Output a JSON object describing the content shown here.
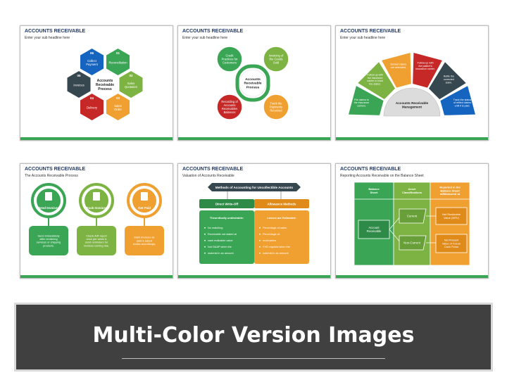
{
  "slides": [
    {
      "title": "ACCOUNTS RECEIVABLE",
      "subtitle": "Enter your sub headline here",
      "center": [
        "Accounts",
        "Receivable",
        "Process"
      ],
      "hex": [
        {
          "num": "01",
          "label": [
            "Reconciliation"
          ],
          "color": "#3aa655"
        },
        {
          "num": "02",
          "label": [
            "Sales",
            "Quotation"
          ],
          "color": "#7cb342"
        },
        {
          "num": "03",
          "label": [
            "Sales",
            "Order"
          ],
          "color": "#f0a030"
        },
        {
          "num": "04",
          "label": [
            "Delivery"
          ],
          "color": "#c62828"
        },
        {
          "num": "05",
          "label": [
            "Invoices"
          ],
          "color": "#37474f"
        },
        {
          "num": "06",
          "label": [
            "Collect",
            "Payment"
          ],
          "color": "#1565c0"
        }
      ]
    },
    {
      "title": "ACCOUNTS RECEIVABLE",
      "subtitle": "Enter your sub headline here",
      "center": [
        "Accounts",
        "Receivable",
        "Process"
      ],
      "nodes": [
        {
          "label": [
            "Credit",
            "Practices for",
            "Customers"
          ],
          "color": "#3aa655"
        },
        {
          "label": [
            "Invoicing of",
            "the Goods",
            "Sold"
          ],
          "color": "#7cb342"
        },
        {
          "label": [
            "Track the",
            "Payments",
            "Received"
          ],
          "color": "#f0a030"
        },
        {
          "label": [
            "Recording of",
            "Accounts",
            "Receivables",
            "Balances"
          ],
          "color": "#c62828"
        }
      ]
    },
    {
      "title": "ACCOUNTS RECEIVABLE",
      "subtitle": "Enter your sub headline here",
      "center": [
        "Accounts Receivable",
        "Management"
      ],
      "segs": [
        {
          "label": [
            "File claims to",
            "the insurance",
            "carriers."
          ],
          "color": "#3aa655"
        },
        {
          "label": [
            "Follow up with",
            "the insurance",
            "carrier to track",
            "the status."
          ],
          "color": "#7cb342"
        },
        {
          "label": [
            "Denied claims",
            "are amended."
          ],
          "color": "#f0a030"
        },
        {
          "label": [
            "Follow-up with",
            "the patient's",
            "insurance carrier."
          ],
          "color": "#c62828"
        },
        {
          "label": [
            "Refile the",
            "corrected",
            "claim."
          ],
          "color": "#37474f"
        },
        {
          "label": [
            "Track the status",
            "of refiled claims",
            "until it is paid."
          ],
          "color": "#1565c0"
        }
      ]
    },
    {
      "title": "ACCOUNTS RECEIVABLE",
      "subtitle": "The Accounts Receivable Process",
      "cols": [
        {
          "head": "Send Invoices",
          "color": "#3aa655",
          "text": [
            "Send immediately",
            "after rendering",
            "services or shipping",
            "products."
          ]
        },
        {
          "head": "Track Invoices",
          "color": "#7cb342",
          "text": [
            "Check A/R report",
            "once per week &",
            "send reminders for",
            "invoices coming due."
          ]
        },
        {
          "head": "Get Paid",
          "color": "#f0a030",
          "text": [
            "Mark invoices as",
            "paid & adjust",
            "books accordingly."
          ]
        }
      ]
    },
    {
      "title": "ACCOUNTS RECEIVABLE",
      "subtitle": "Valuation of Accounts Receivable",
      "banner": "Methods of Accounting for Uncollectible Accounts",
      "left": {
        "head": "Direct Write-Off",
        "sub": "Theoretically undesirable:",
        "items": [
          "No matching",
          "Receivable not stated at",
          "cash realizable value",
          "Not GAAP when the",
          "material in an amount"
        ]
      },
      "right": {
        "head": "Allowance Methods",
        "sub": "Losses are Estimated:",
        "items": [
          "Percentage-of-sales",
          "Percentage-of-",
          "receivables",
          "FXS required when the",
          "material in an amount"
        ]
      }
    },
    {
      "title": "ACCOUNTS RECEIVABLE",
      "subtitle": "Reporting Accounts Receivable on the Balance Sheet",
      "heads": [
        [
          "Balance",
          "Sheet"
        ],
        [
          "Asset",
          "Classifications"
        ],
        [
          "Reported in the",
          "Balance Sheet",
          "at/Measured at"
        ]
      ],
      "ar": [
        "Account",
        "Receivable"
      ],
      "current": "Current",
      "noncurrent": "Non-Current",
      "nrv": [
        "Net Realizable",
        "Value (NRV)"
      ],
      "pv": [
        "Net Present",
        "Value of Future",
        "Cash Flows"
      ]
    }
  ],
  "banner_title": "Multi-Color Version Images"
}
